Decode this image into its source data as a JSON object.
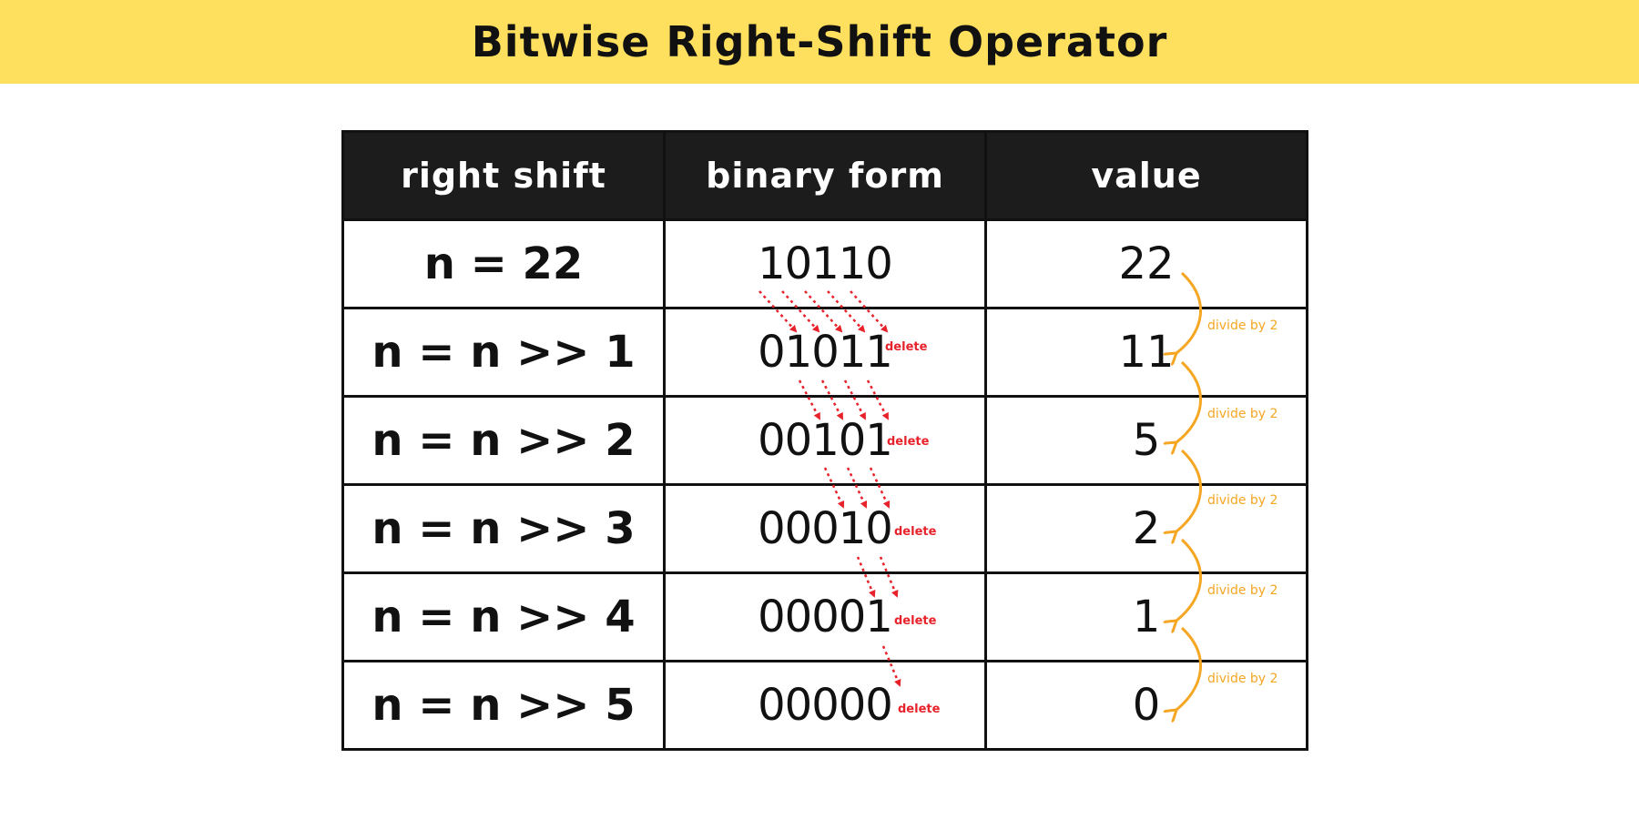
{
  "title": "Bitwise Right-Shift Operator",
  "headers": [
    "right shift",
    "binary form",
    "value"
  ],
  "rows": [
    {
      "expr": "n = 22",
      "binary": "10110",
      "value": "22"
    },
    {
      "expr": "n = n >> 1",
      "binary": "01011",
      "value": "11"
    },
    {
      "expr": "n = n >> 2",
      "binary": "00101",
      "value": "5"
    },
    {
      "expr": "n = n >> 3",
      "binary": "00010",
      "value": "2"
    },
    {
      "expr": "n = n >> 4",
      "binary": "00001",
      "value": "1"
    },
    {
      "expr": "n = n >> 5",
      "binary": "00000",
      "value": "0"
    }
  ],
  "annotations": {
    "delete_label": "delete",
    "divide_label": "divide by 2"
  },
  "colors": {
    "banner": "#ffdf5e",
    "header_bg": "#1c1c1c",
    "shift_arrow": "#e8222a",
    "divide_arrow": "#f5a623"
  }
}
